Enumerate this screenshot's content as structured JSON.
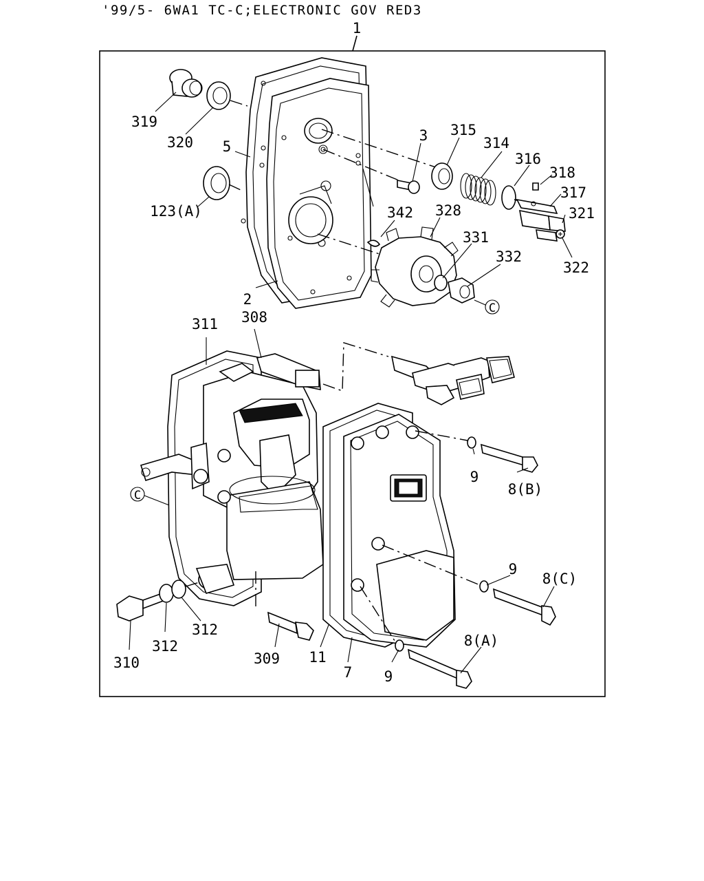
{
  "header": {
    "title": "'99/5- 6WA1 TC-C;ELECTRONIC GOV RED3"
  },
  "callouts": {
    "c1": "1",
    "c2": "2",
    "c3": "3",
    "c5": "5",
    "c7": "7",
    "c8a": "8(A)",
    "c8b": "8(B)",
    "c8c": "8(C)",
    "c9a": "9",
    "c9b": "9",
    "c9c": "9",
    "c11": "11",
    "c123a": "123(A)",
    "c308": "308",
    "c309": "309",
    "c310": "310",
    "c311": "311",
    "c312a": "312",
    "c312b": "312",
    "c314": "314",
    "c315": "315",
    "c316": "316",
    "c317": "317",
    "c318": "318",
    "c319": "319",
    "c320": "320",
    "c321": "321",
    "c322": "322",
    "c328": "328",
    "c331": "331",
    "c332": "332",
    "c342": "342"
  },
  "references": {
    "refC1": "C",
    "refC2": "C"
  }
}
